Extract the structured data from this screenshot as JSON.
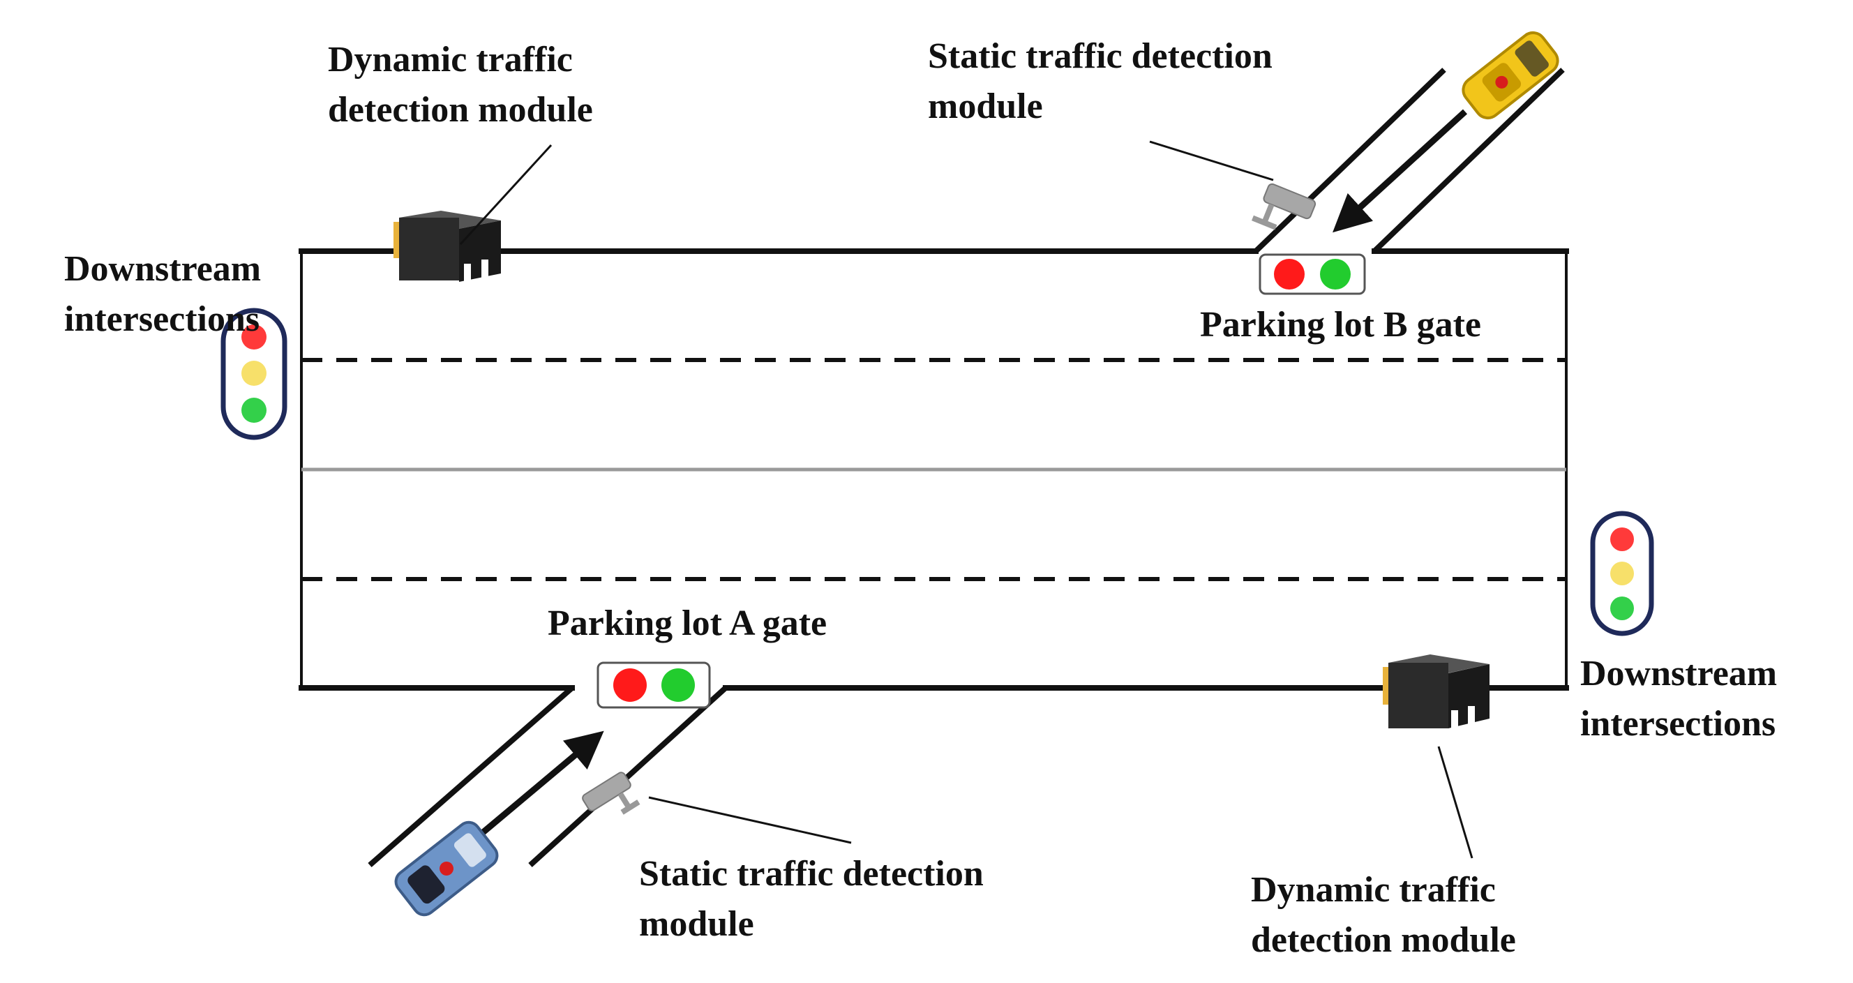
{
  "labels": {
    "dyn_top": [
      "Dynamic traffic",
      "detection module"
    ],
    "static_top": [
      "Static traffic detection",
      "module"
    ],
    "downstream_left": [
      "Downstream",
      "intersections"
    ],
    "parking_b": "Parking lot B gate",
    "parking_a": "Parking lot A gate",
    "downstream_right": [
      "Downstream",
      "intersections"
    ],
    "static_bottom": [
      "Static traffic detection",
      "module"
    ],
    "dyn_bottom": [
      "Dynamic traffic",
      "detection module"
    ]
  },
  "colors": {
    "road_line": "#111111",
    "median": "#9a9a9a",
    "signal_red": "#ff1a1a",
    "signal_yellow": "#f7e06a",
    "signal_green": "#22cc2e",
    "signal_frame": "#1f2a5a",
    "car_yellow": "#f2c51a",
    "car_blue": "#6d94c8",
    "detector_box": "#2b2b2b"
  },
  "icons": {
    "dyn_detector": "detector-box-icon",
    "static_detector": "camera-icon",
    "signal": "traffic-light-icon",
    "vehicle": "car-icon",
    "flow": "arrow-icon"
  }
}
